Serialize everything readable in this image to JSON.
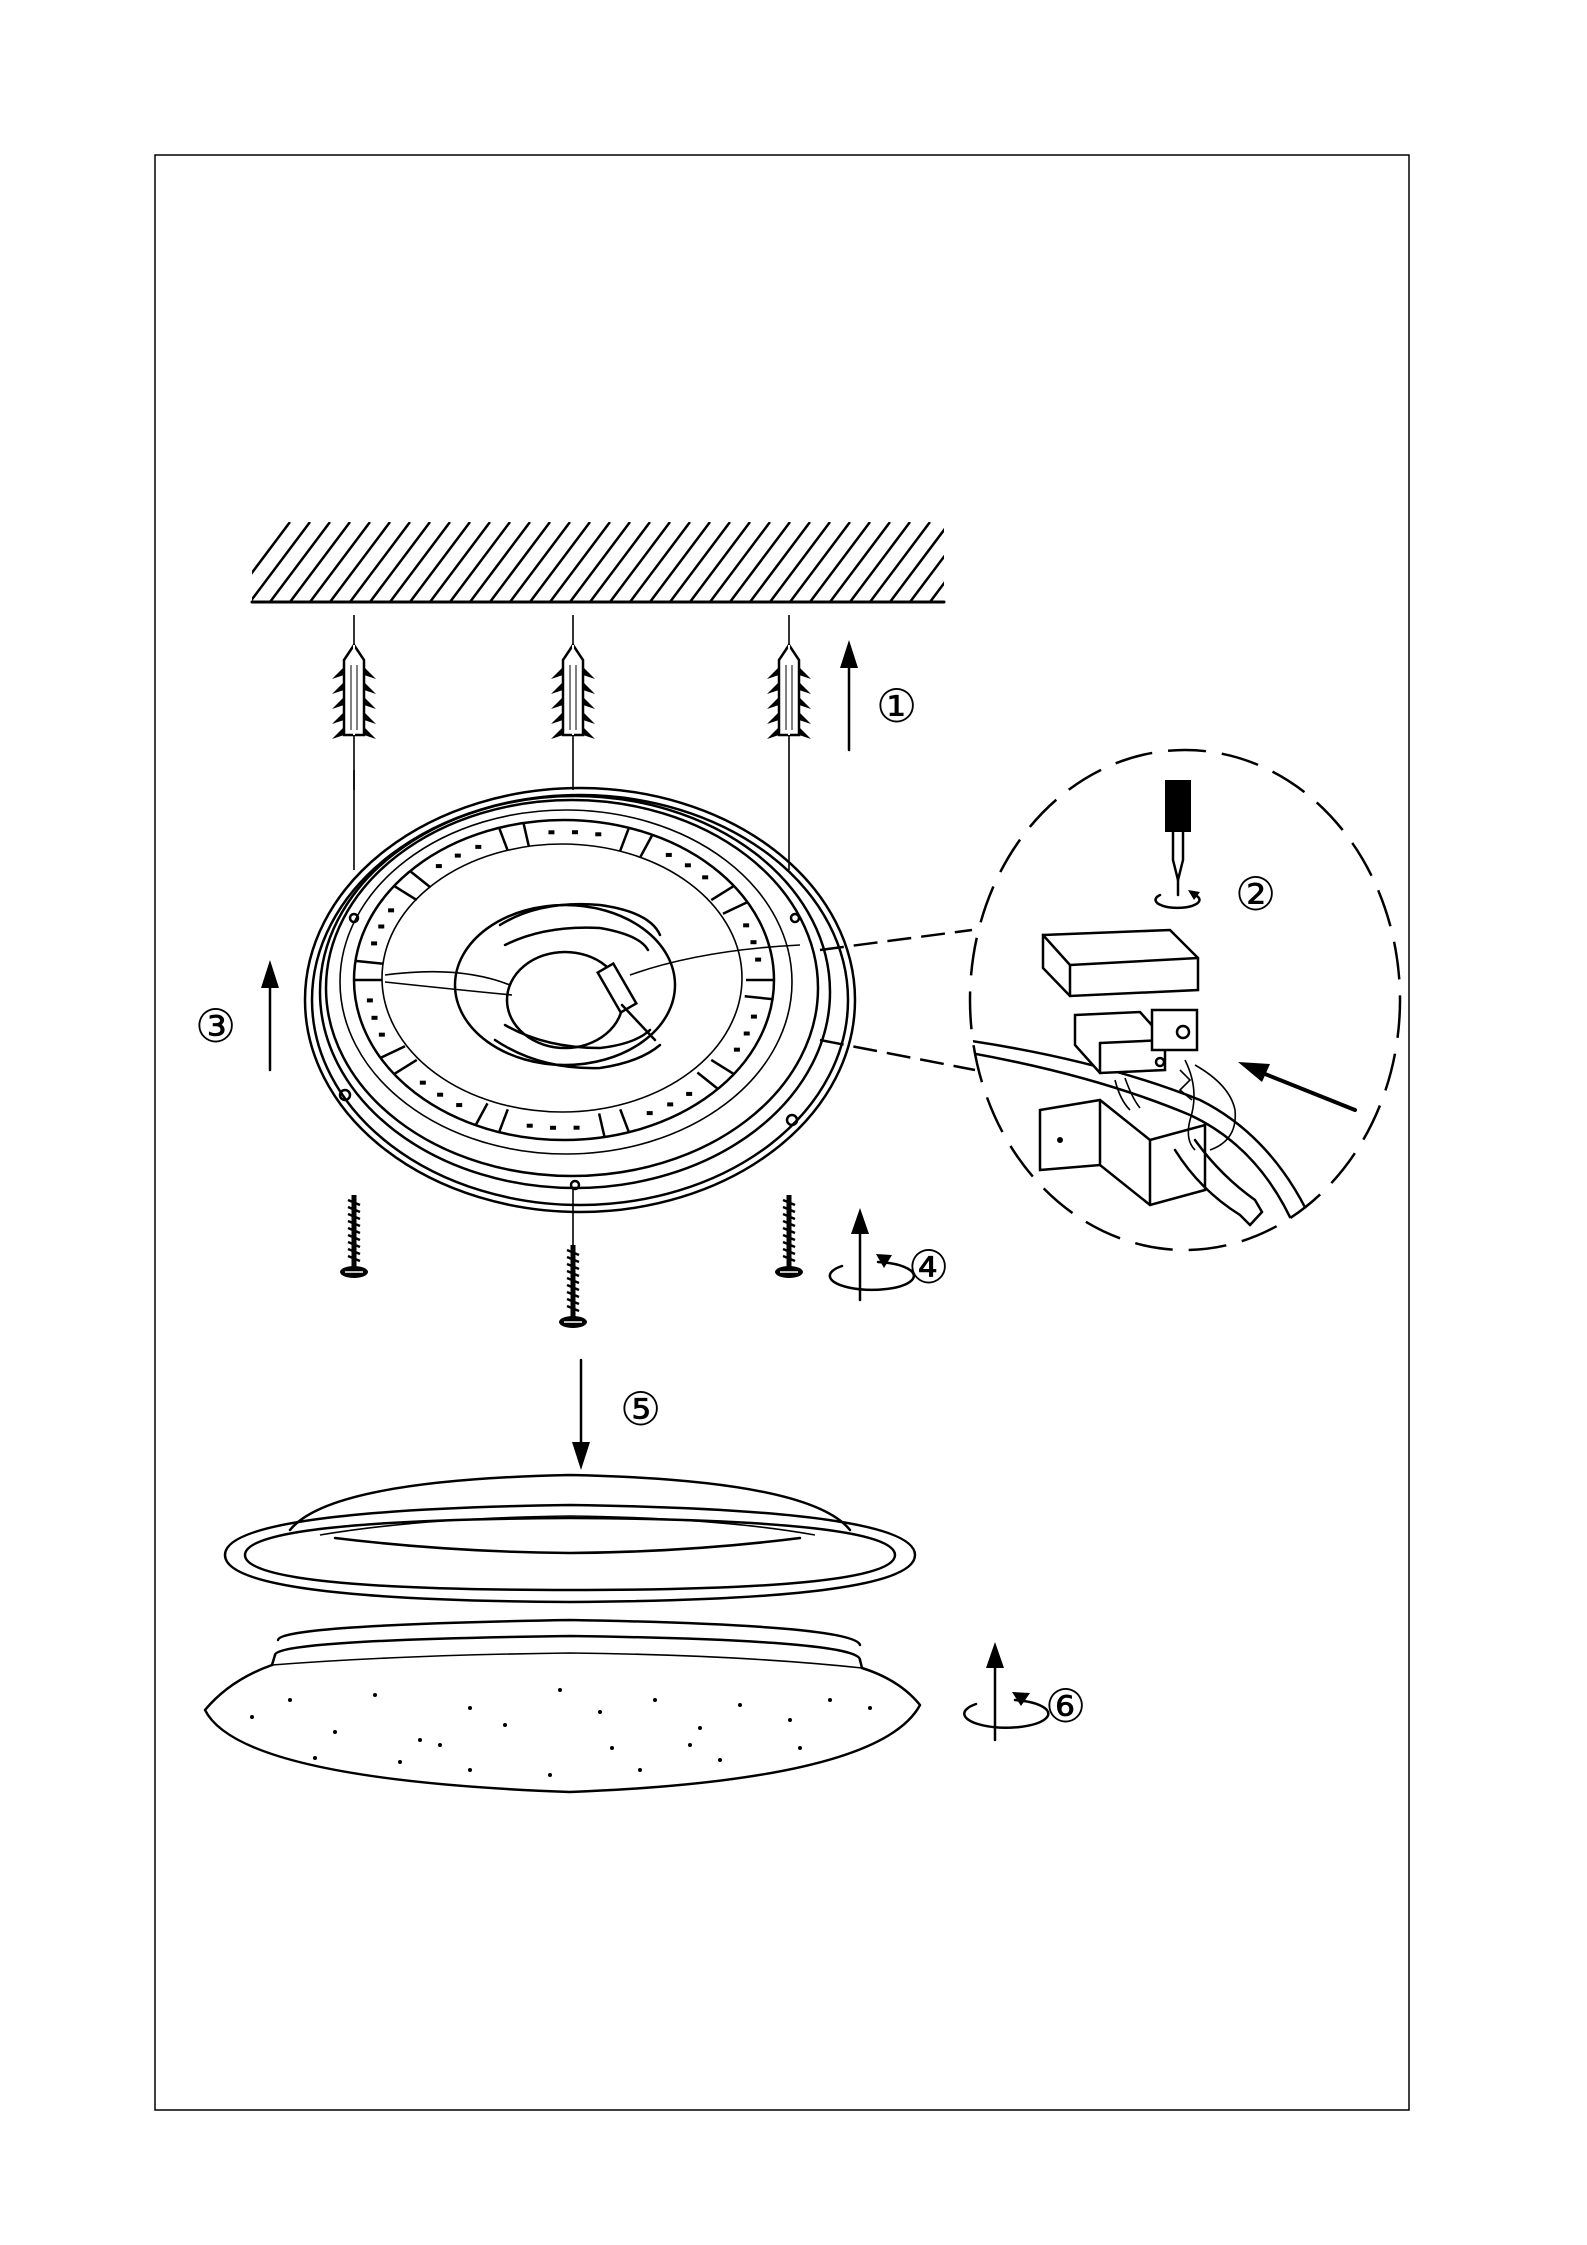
{
  "steps": [
    {
      "id": 1,
      "label": "①"
    },
    {
      "id": 2,
      "label": "②"
    },
    {
      "id": 3,
      "label": "③"
    },
    {
      "id": 4,
      "label": "④"
    },
    {
      "id": 5,
      "label": "⑤"
    },
    {
      "id": 6,
      "label": "⑥"
    }
  ],
  "colors": {
    "line": "#000000",
    "paper": "#ffffff"
  }
}
